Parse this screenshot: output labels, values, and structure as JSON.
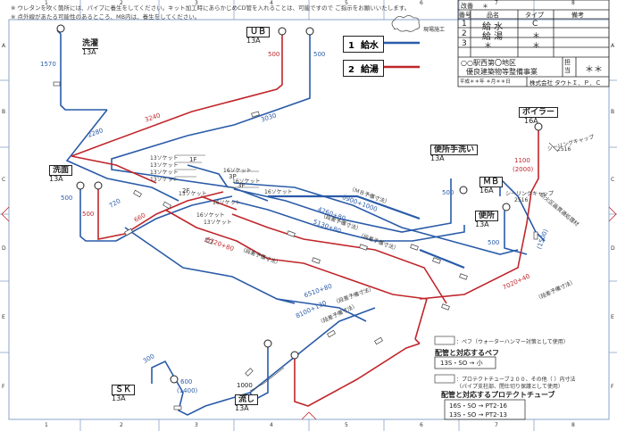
{
  "notes": [
    "※  ウレタンを吹く箇所には、パイプに養生をしてください。キット加工時にあらかじめCD管を入れることは、可能ですので ご指示をお願いいたします。",
    "※  点外線があたる可能性のあるところ、MB内は、養生をしてください。"
  ],
  "grid": {
    "cols": [
      "1",
      "2",
      "3",
      "4",
      "5",
      "6",
      "7",
      "8"
    ],
    "rows": [
      "A",
      "B",
      "C",
      "D",
      "E",
      "F"
    ]
  },
  "legend": {
    "cloud_label": "現場施工",
    "items": [
      {
        "num": "1",
        "label": "給水",
        "color": "#2a5ba8"
      },
      {
        "num": "2",
        "label": "給湯",
        "color": "#c0262b"
      }
    ]
  },
  "title_block": {
    "rev_label": "改番",
    "rev_value": "＊",
    "headers": [
      "番号",
      "品名",
      "タイプ",
      "備考"
    ],
    "rows": [
      {
        "no": "1",
        "name": "給  水",
        "type": "C",
        "note": ""
      },
      {
        "no": "2",
        "name": "給  湯",
        "type": "＊",
        "note": ""
      },
      {
        "no": "3",
        "name": "＊",
        "type": "＊",
        "note": ""
      }
    ],
    "project_line1": "○○駅西第〇地区",
    "project_line2": "優良建築物等整備事業",
    "tanto": "担当",
    "tanto_value": "＊＊",
    "footer_date": "平成＊＊年  ＊月＊＊日",
    "footer_company": "株式会社 タウトＩ．Ｐ．Ｃ"
  },
  "fixtures": {
    "sentaku": {
      "name": "洗濯",
      "size": "13A"
    },
    "ub": {
      "name": "ＵＢ",
      "size": "13A"
    },
    "senmen": {
      "name": "洗面",
      "size": "13A"
    },
    "boiler": {
      "name": "ボイラー",
      "size": "16A"
    },
    "toilet": {
      "name": "便所手洗い",
      "size": "13A"
    },
    "mb": {
      "name": "ＭＢ",
      "size": "16A"
    },
    "benjo": {
      "name": "便所",
      "size": "13A"
    },
    "sk": {
      "name": "ＳＫ",
      "size": "13A"
    },
    "nagashi": {
      "name": "流し",
      "size": "13A"
    }
  },
  "dimensions": {
    "d1570": "1570",
    "d500_ub_r": "500",
    "d500_ub_b": "500",
    "d3240": "3240",
    "d3030": "3030",
    "d2280": "2280",
    "d500_sm_b": "500",
    "d500_sm_r": "500",
    "d720": "720",
    "d660": "660",
    "d1100": "1100",
    "d2000": "(2000)",
    "d500_toilet": "500",
    "d500_benjo": "500",
    "d1500": "(1500)",
    "d6900": "6900+1000",
    "d4260": "4260+80",
    "d5130": "5130+80",
    "d6720": "6720+80",
    "d7020": "7020+40",
    "d6510": "6510+80",
    "d8100": "8100+130",
    "d300": "300",
    "d600": "600",
    "d1400": "(1400)",
    "d1000": "1000"
  },
  "annotations": {
    "mb_yobi": "（ＭＢ予備寸法）",
    "dansa1": "（段差予備寸法）",
    "dansa2": "（段差予備寸法）",
    "dansa3": "（段差予備寸法）",
    "dansa4": "（段差予備寸法）",
    "dansa5": "（段差予備寸法）",
    "dansa6": "（段差予備寸法）",
    "bouka": "防火区画貫通処理材",
    "seal_boiler": "シーリングキャップ",
    "seal_boiler_size": "2516",
    "seal_mb": "シーリングキャップ",
    "seal_mb_size": "2516",
    "sockets": [
      "13ソケット",
      "13ソケット",
      "13ソケット",
      "13ソケット",
      "16ソケット",
      "16ソケット",
      "16ソケット",
      "13ソケット",
      "16ソケット",
      "16ソケット",
      "13ソケット"
    ],
    "floor_marks": [
      "1F",
      "2F",
      "3P",
      "3F"
    ]
  },
  "bottom_legend": {
    "pef_desc": "：ペフ（ウォーターハンマー対策として使用）",
    "pef_title": "配管と対応するペフ",
    "pef_row": "13S・SO  →  小",
    "pt_desc": "：プロテクトチューブ２００、その他（  ）内寸法",
    "pt_desc2": "（パイプ支柱部、閉仕切り保護として使用）",
    "pt_title": "配管と対応するプロテクトチューブ",
    "pt_rows": [
      "16S・SO  →  PT2-16",
      "13S・SO  →  PT2-13"
    ]
  }
}
